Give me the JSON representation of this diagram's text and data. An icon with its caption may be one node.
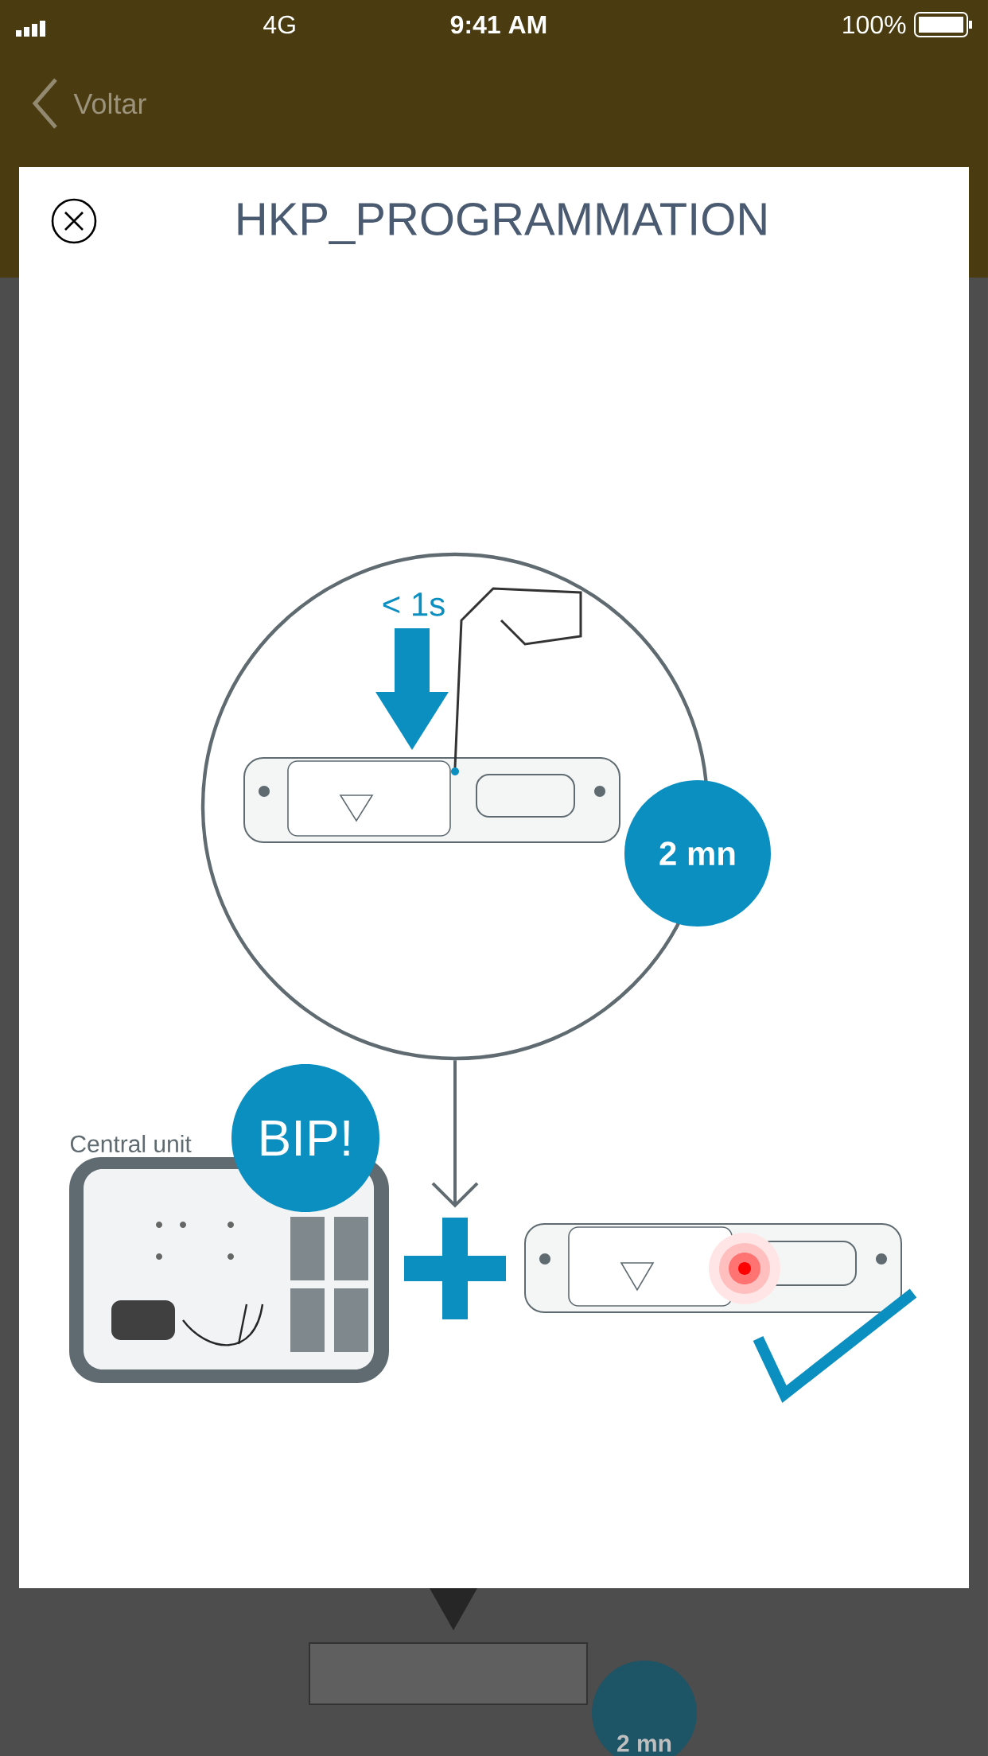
{
  "diagram": {
    "title": "HKP_PROGRAMMATION",
    "nodes": [
      {
        "text": [
          "< 1s"
        ]
      },
      {
        "text": [
          "2 mn"
        ]
      },
      {
        "text": [
          "Central unit"
        ]
      },
      {
        "text": [
          "BIP!"
        ]
      },
      {
        "text": [],
        "shape": "plus"
      },
      {
        "text": [],
        "shape": "picture"
      }
    ],
    "edges": [
      {
        "from": 0,
        "to": 4,
        "arrow": "to"
      }
    ],
    "labels": [
      "4G",
      "9:41 AM",
      "100%",
      "Voltar",
      "2 mn"
    ]
  }
}
